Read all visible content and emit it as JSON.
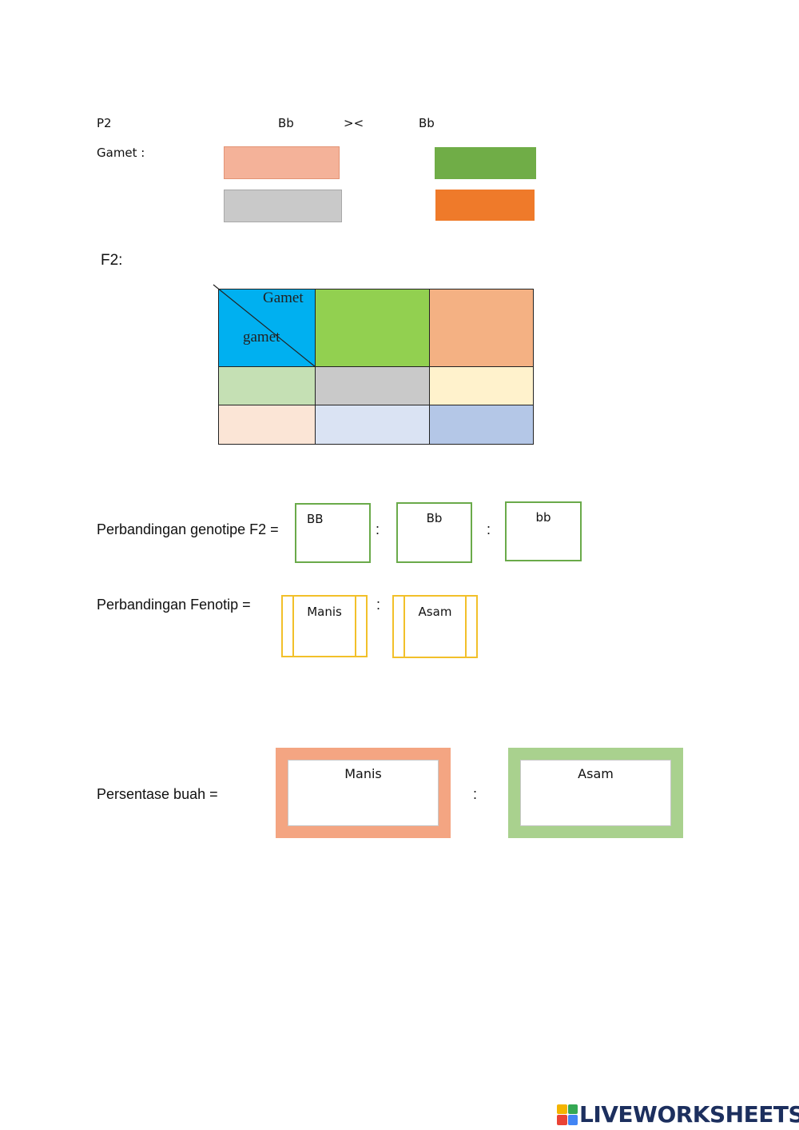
{
  "header": {
    "p2_label": "P2",
    "parent1": "Bb",
    "cross_symbol": "><",
    "parent2": "Bb",
    "gamet_label": "Gamet :"
  },
  "gamet_boxes": [
    {
      "name": "gamet-p1-top",
      "color": "#f4b299"
    },
    {
      "name": "gamet-p2-top",
      "color": "#70ad47"
    },
    {
      "name": "gamet-p1-bottom",
      "color": "#c9c9c9"
    },
    {
      "name": "gamet-p2-bottom",
      "color": "#ef7a2a"
    }
  ],
  "f2": {
    "label": "F2:",
    "corner_top": "Gamet",
    "corner_bottom": "gamet",
    "colors": {
      "corner": "#00b0f0",
      "header_col1": "#92d050",
      "header_col2": "#f4b183",
      "row1_head": "#c5e0b4",
      "row1_c1": "#c9c9c9",
      "row1_c2": "#fff2cc",
      "row2_head": "#fbe5d6",
      "row2_c1": "#dae3f3",
      "row2_c2": "#b4c7e7"
    }
  },
  "genotype": {
    "label": "Perbandingan genotipe F2 =",
    "boxes": [
      "BB",
      "Bb",
      "bb"
    ],
    "separator": ":"
  },
  "phenotype": {
    "label": "Perbandingan Fenotip =",
    "boxes": [
      "Manis",
      "Asam"
    ],
    "separator": ":"
  },
  "percentage": {
    "label": "Persentase buah =",
    "boxes": [
      {
        "text": "Manis",
        "color": "#f4a582"
      },
      {
        "text": "Asam",
        "color": "#a9d18e"
      }
    ],
    "separator": ":"
  },
  "branding": {
    "text": "LIVEWORKSHEETS",
    "icon_colors": [
      "#f4b400",
      "#34a853",
      "#ea4335",
      "#4285f4"
    ]
  }
}
